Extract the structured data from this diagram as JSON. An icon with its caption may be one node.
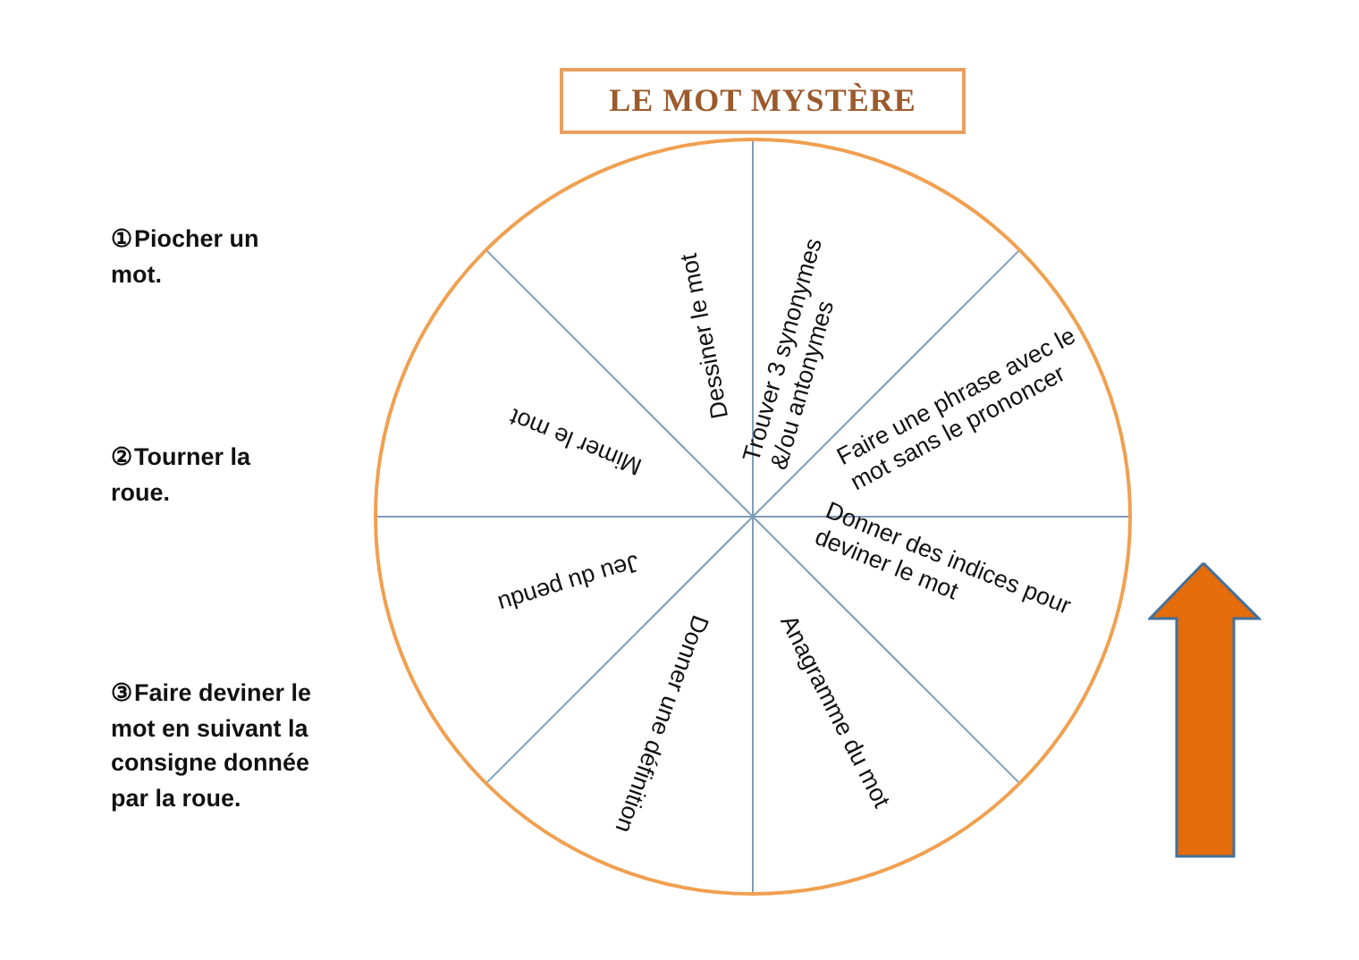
{
  "diagram": {
    "nodes": [
      {
        "text": [
          "LE MOT MYSTÈRE"
        ]
      },
      {
        "text": [],
        "shape": "circle"
      },
      {
        "text": [
          "Trouver 3 synonymes &/ou antonymes"
        ],
        "in": 1
      },
      {
        "text": [
          "Dessiner le mot"
        ],
        "in": 1
      },
      {
        "text": [
          "Faire une phrase avec le mot sans le prononcer"
        ],
        "in": 1
      },
      {
        "text": [
          "Mimer le mot"
        ],
        "in": 1
      },
      {
        "text": [
          "Donner des indices pour deviner le mot"
        ],
        "in": 1
      },
      {
        "text": [
          "Jeu du pendu"
        ],
        "in": 1
      },
      {
        "text": [
          "Donner une définition"
        ],
        "in": 1
      },
      {
        "text": [
          "Anagramme du mot"
        ],
        "in": 1
      }
    ],
    "labels": [
      "①Piocher un mot.",
      "②Tourner la roue.",
      "③Faire deviner le mot en suivant la consigne donnée par la roue."
    ]
  }
}
